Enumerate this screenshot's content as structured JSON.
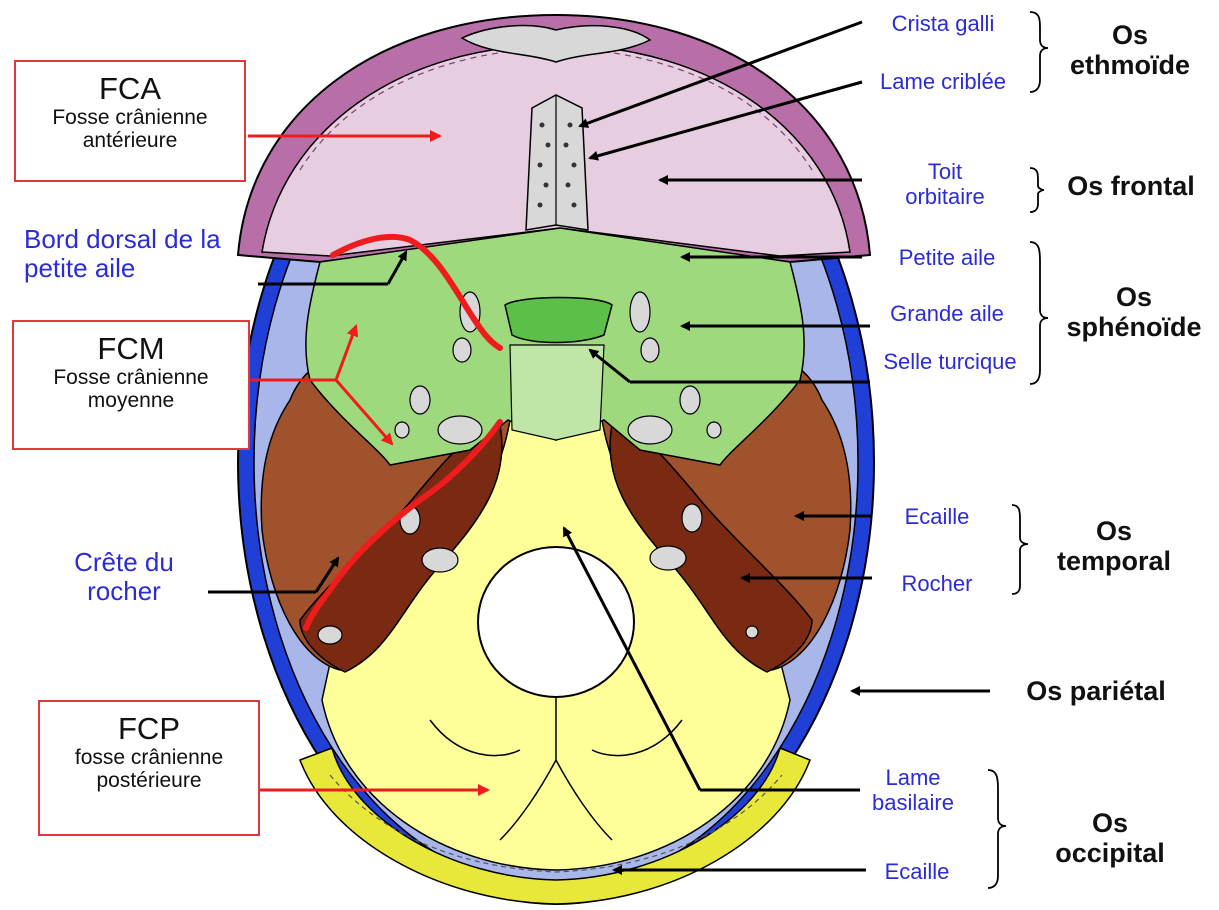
{
  "fossae": {
    "fca": {
      "abbr": "FCA",
      "name": "Fosse crânienne\nantérieure"
    },
    "fcm": {
      "abbr": "FCM",
      "name": "Fosse crânienne\nmoyenne"
    },
    "fcp": {
      "abbr": "FCP",
      "name": "fosse crânienne\npostérieure"
    }
  },
  "left_labels": {
    "bord_dorsal": "Bord dorsal de la\npetite aile",
    "crete": "Crête du\nrocher"
  },
  "right_labels": {
    "crista_galli": "Crista galli",
    "lame_criblee": "Lame criblée",
    "toit_orbitaire": "Toit\norbitaire",
    "petite_aile": "Petite aile",
    "grande_aile": "Grande aile",
    "selle_turcique": "Selle turcique",
    "ecaille_temporal": "Ecaille",
    "rocher": "Rocher",
    "lame_basilaire": "Lame\nbasilaire",
    "ecaille_occipital": "Ecaille"
  },
  "bones": {
    "ethmoide": "Os\nethmoïde",
    "frontal": "Os frontal",
    "sphenoide": "Os\nsphénoïde",
    "temporal": "Os\ntemporal",
    "parietal": "Os pariétal",
    "occipital": "Os\noccipital"
  },
  "colors": {
    "frontal": "#e6cde0",
    "frontal_rim": "#b86fa8",
    "ethmoid": "#d8d8d8",
    "sphenoid": "#9ed97e",
    "sphenoid_dark": "#5cbf49",
    "temporal": "#a0522d",
    "petrous": "#7a2a12",
    "parietal_rim": "#1f3fd6",
    "parietal_inner": "#a9b6ea",
    "occipital": "#ffff9a",
    "occipital_rim": "#e8e83a",
    "accent_red": "#ee1c1c",
    "label_blue": "#2b2bd8"
  }
}
